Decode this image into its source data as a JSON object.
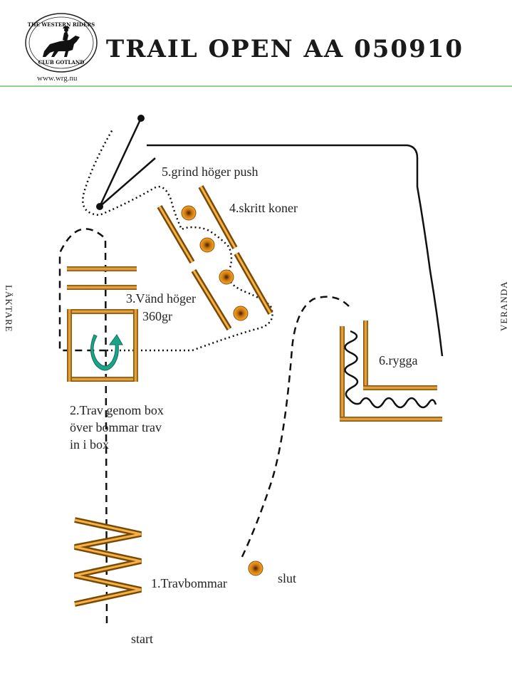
{
  "header": {
    "title": "TRAIL OPEN AA 050910",
    "url": "www.wrg.nu",
    "logo": {
      "top_text": "THE WESTERN RIDERS",
      "bottom_text": "CLUB GOTLAND"
    }
  },
  "sides": {
    "left": "LÄKTARE",
    "right": "VERANDA"
  },
  "obstacles": {
    "o1": "1.Travbommar",
    "o2": [
      "2.Trav genom box",
      "över bommar trav",
      "in i box"
    ],
    "o3": [
      "3.Vänd höger",
      "360gr"
    ],
    "o4": "4.skritt koner",
    "o5": "5.grind höger push",
    "o6": "6.rygga"
  },
  "markers": {
    "start": "start",
    "end": "slut"
  },
  "colors": {
    "pole_dark": "#7a4a05",
    "pole_light": "#f5b24a",
    "arrow": "#1aa58a",
    "header_line": "#4caf50"
  }
}
